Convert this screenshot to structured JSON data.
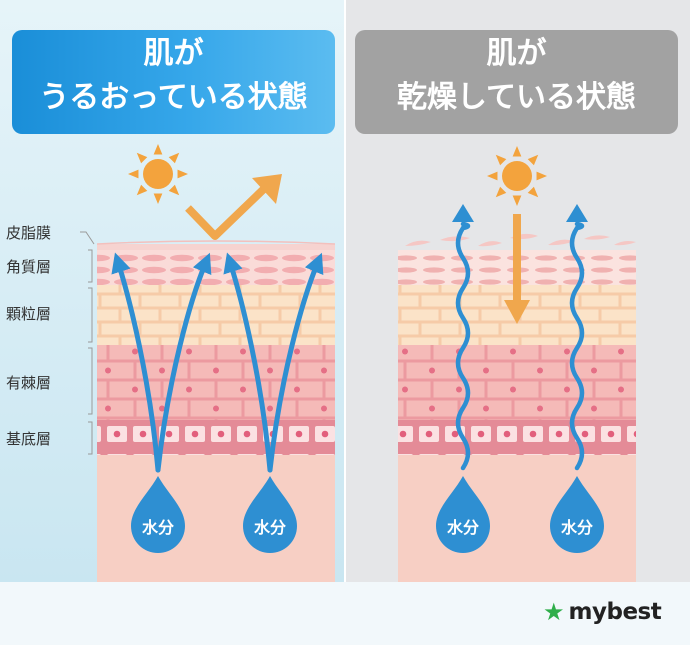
{
  "panels": {
    "left": {
      "title_line1": "肌が",
      "title_line2": "うるおっている状態",
      "drop_label_a": "水分",
      "drop_label_b": "水分"
    },
    "right": {
      "title_line1": "肌が",
      "title_line2": "乾燥している状態",
      "drop_label_a": "水分",
      "drop_label_b": "水分"
    }
  },
  "layers": [
    "皮脂膜",
    "角質層",
    "顆粒層",
    "有棘層",
    "基底層"
  ],
  "brand": {
    "name": "mybest",
    "star": "★"
  },
  "colors": {
    "left_bg": "#cfe9f3",
    "right_bg": "#e4e5e7",
    "water": "#2e8fd2",
    "arrow_orange": "#f0a74d",
    "sun": "#f3a33d",
    "basal_layer": "#e38a96",
    "spinous_layer": "#f2b7b3",
    "granular_layer": "#f8dcc0"
  }
}
